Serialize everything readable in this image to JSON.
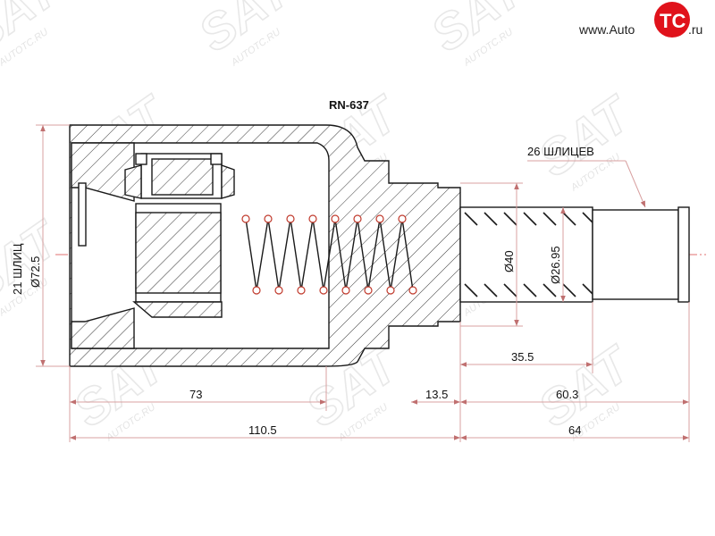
{
  "brand": {
    "url_prefix": "www.Auto",
    "url_suffix": ".ru",
    "logo_letters": "TC",
    "logo_color": "#e0121b"
  },
  "watermark": {
    "text": "AUTOTC.RU",
    "logo": "SAT"
  },
  "part": {
    "code": "RN-637"
  },
  "dimensions": {
    "left_splines": "21 ШЛИЦ",
    "outer_diameter": "Ø72.5",
    "shaft_diameter": "Ø40",
    "spline_diameter": "Ø26.95",
    "spline_note": "26 ШЛИЦЕВ",
    "len_35_5": "35.5",
    "len_73": "73",
    "len_13_5": "13.5",
    "len_60_3": "60.3",
    "len_110_5": "110.5",
    "len_64": "64"
  },
  "colors": {
    "dimension_line": "#d8a0a0",
    "center_line": "#e07070",
    "outline": "#1a1a1a",
    "spring_node": "#c0392b"
  }
}
